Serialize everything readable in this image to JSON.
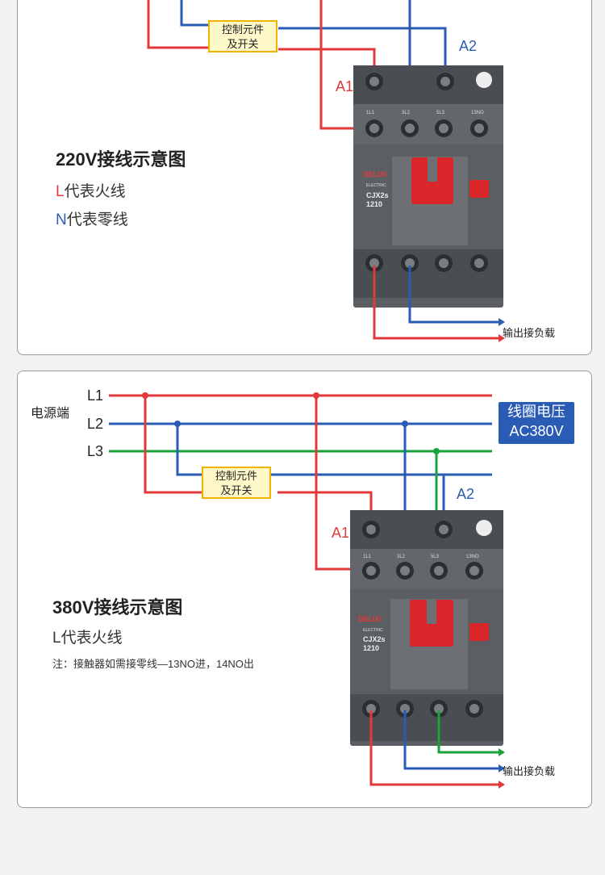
{
  "panel1": {
    "control_box": [
      "控制元件",
      "及开关"
    ],
    "a1": "A1",
    "a2": "A2",
    "title": "220V接线示意图",
    "legend_l_letter": "L",
    "legend_l_text": "代表火线",
    "legend_n_letter": "N",
    "legend_n_text": "代表零线",
    "output_label": "输出接负载"
  },
  "panel2": {
    "source_label": "电源端",
    "lines": [
      "L1",
      "L2",
      "L3"
    ],
    "voltage_box": [
      "线圈电压",
      "AC380V"
    ],
    "control_box": [
      "控制元件",
      "及开关"
    ],
    "a1": "A1",
    "a2": "A2",
    "title": "380V接线示意图",
    "legend_l_letter": "L",
    "legend_l_text": "代表火线",
    "note": "注：接触器如需接零线—13NO进，14NO出",
    "output_label": "输出接负载"
  },
  "contactor": {
    "brand": "DELIXI",
    "brand_sub": "ELECTRIC",
    "model": "CJX2s",
    "model_code": "1210",
    "terminals_top": [
      "1L1",
      "3L2",
      "5L3",
      "13NO"
    ]
  },
  "colors": {
    "live_red": "#e23a3a",
    "neutral_blue": "#2a5bb5",
    "green": "#1aa33a",
    "contactor_gray": "#5b5e63",
    "accent_red": "#e8383a"
  }
}
